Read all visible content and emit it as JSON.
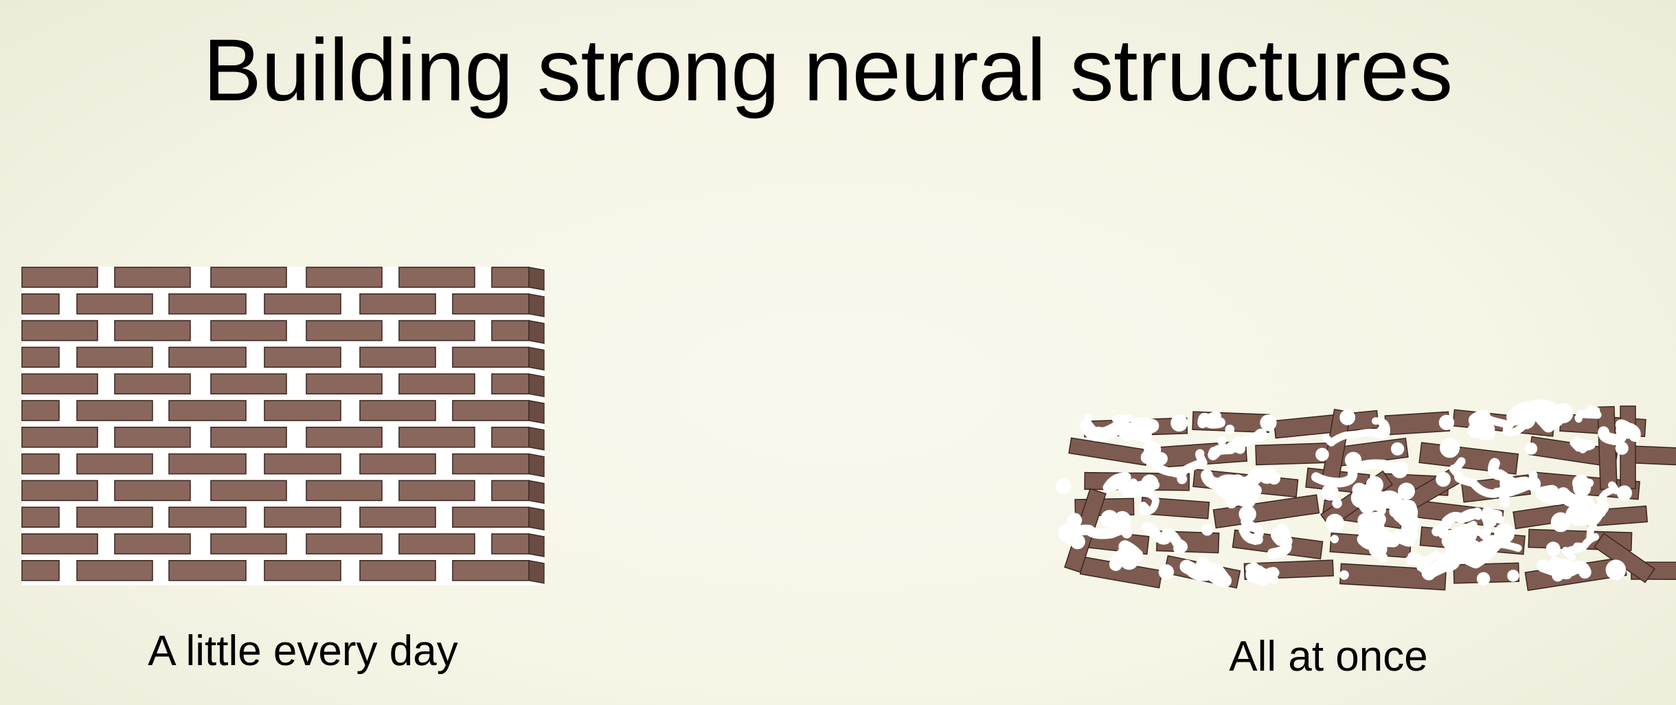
{
  "slide": {
    "title": "Building strong neural structures",
    "background": "#f6f5e6"
  },
  "panels": {
    "left": {
      "caption": "A little every day",
      "illustration": "neat-brick-wall",
      "brick_color": "#8a675c",
      "mortar_color": "#ffffff"
    },
    "right": {
      "caption": "All at once",
      "illustration": "messy-brick-pile",
      "brick_color": "#7e5b50",
      "mortar_color": "#ffffff"
    }
  }
}
